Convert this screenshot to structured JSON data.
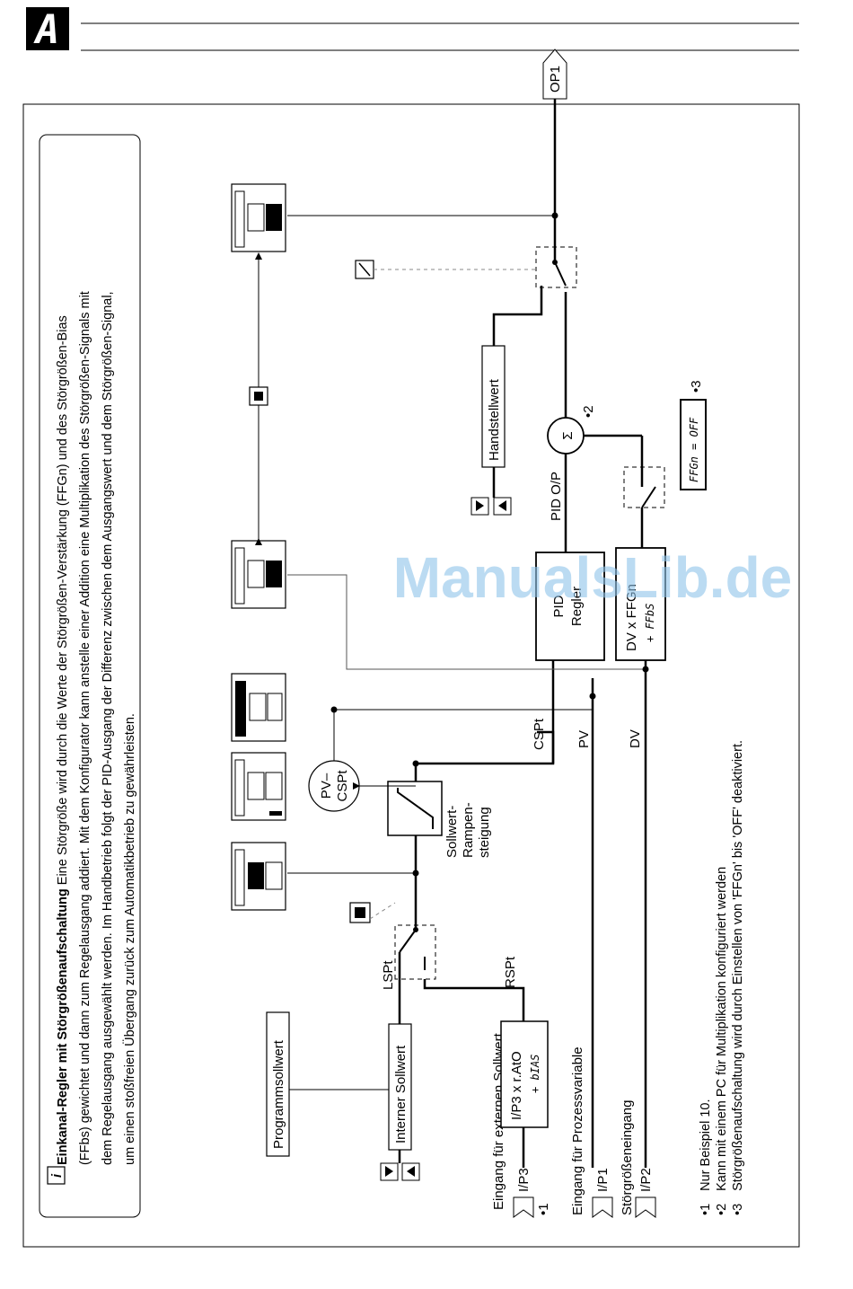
{
  "header": {
    "badge": "A"
  },
  "note": {
    "line1_bold": "Einkanal-Regler mit Störgrößenaufschaltung",
    "line1_rest": " Eine Störgröße wird durch die Werte der Störgrößen-Verstärkung (FFGn) und des Störgrößen-Bias",
    "line2": "(FFbs) gewichtet und dann zum Regelausgang addiert. Mit dem Konfigurator kann anstelle einer Addition eine Multiplikation des Störgrößen-Signals mit",
    "line3": "dem Regelausgang ausgewählt werden. Im Handbetrieb folgt der PID-Ausgang der Differenz zwischen dem Ausgangswert und dem Störgrößen-Signal,",
    "line4": "um einen stoßfreien Übergang zurück zum Automatikbetrieb zu gewährleisten."
  },
  "diagram": {
    "programmsollwert": "Programmsollwert",
    "interner_sollwert": "Interner Sollwert",
    "lspt": "LSPt",
    "rspt": "RSPt",
    "eingang_extern": "Eingang für externen Sollwert",
    "ip3_formula_1": "I/P3 x r.AtO",
    "ip3_formula_2": "+ bIAS",
    "ip3": "I/P3",
    "eingang_pv": "Eingang für Prozessvariable",
    "ip1": "I/P1",
    "stoer_eingang": "Störgrößeneingang",
    "ip2": "I/P2",
    "rampe": [
      "Sollwert-",
      "Rampen-",
      "steigung"
    ],
    "pv_cspt_1": "PV–",
    "pv_cspt_2": "CSPt",
    "cspt": "CSPt",
    "pv": "PV",
    "dv": "DV",
    "pid_1": "PID",
    "pid_2": "Regler",
    "dv_formula_1": "DV x FFGn",
    "dv_formula_2": "+ FFbS",
    "pid_op": "PID O/P",
    "sigma": "Σ",
    "handstellwert": "Handstellwert",
    "op1": "OP1",
    "ffgn_off": "FFGn = OFF",
    "mark1": "•1",
    "mark2": "•2",
    "mark3": "•3"
  },
  "footnotes": [
    {
      "mark": "•1",
      "text": "Nur Beispiel 10."
    },
    {
      "mark": "•2",
      "text": "Kann mit einem PC für Multiplikation konfiguriert werden"
    },
    {
      "mark": "•3",
      "text": "Störgrößenaufschaltung wird durch Einstellen von 'FFGn' bis 'OFF' deaktiviert."
    }
  ],
  "watermark": "ManualsLib.de"
}
